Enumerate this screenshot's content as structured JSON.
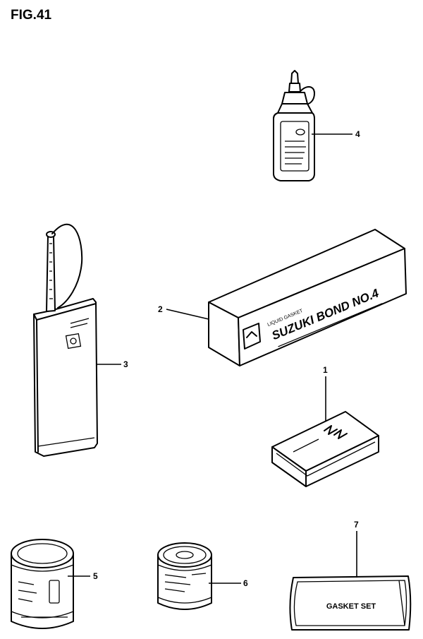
{
  "figure": {
    "title": "FIG.41"
  },
  "callouts": [
    "1",
    "2",
    "3",
    "4",
    "5",
    "6",
    "7"
  ],
  "labels": {
    "gasket_set": "GASKET SET",
    "bond_brand": "SUZUKI BOND NO.4",
    "bond_sub": "LIQUID GASKET"
  }
}
